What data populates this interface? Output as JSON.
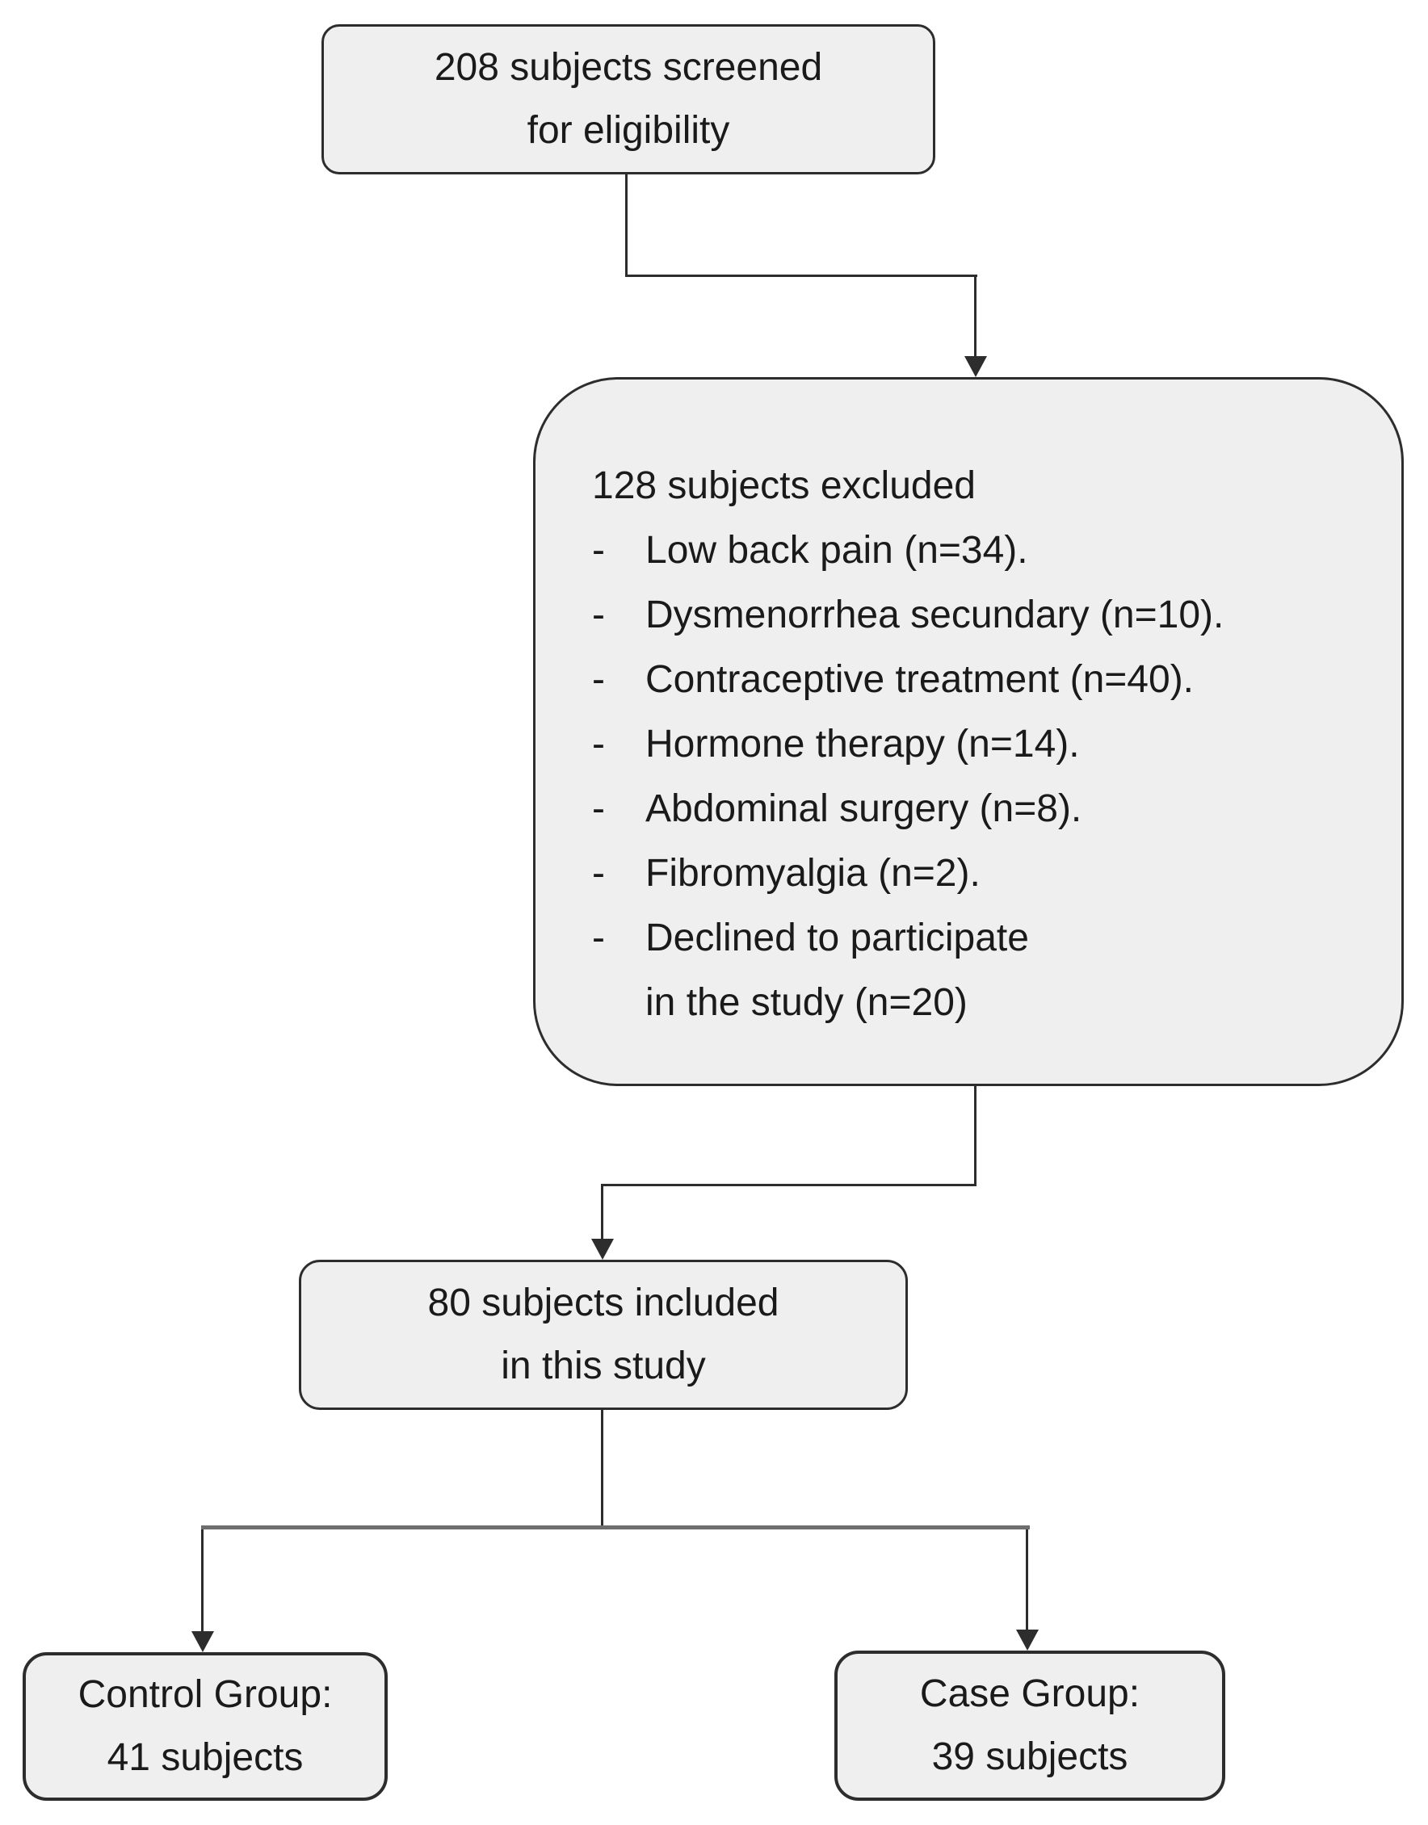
{
  "flow": {
    "screened": {
      "line1": "208 subjects screened",
      "line2": "for eligibility"
    },
    "excluded": {
      "title": "128 subjects excluded",
      "bullet_marker": "-",
      "bullets": [
        {
          "text": "Low back pain (n=34)."
        },
        {
          "text": "Dysmenorrhea secundary (n=10)."
        },
        {
          "text": "Contraceptive treatment (n=40)."
        },
        {
          "text": "Hormone therapy (n=14)."
        },
        {
          "text": "Abdominal surgery (n=8)."
        },
        {
          "text": "Fibromyalgia (n=2)."
        },
        {
          "text": "Declined to participate",
          "text2": "in the study (n=20)"
        }
      ]
    },
    "included": {
      "line1": "80 subjects included",
      "line2": "in this study"
    },
    "control_group": {
      "line1": "Control Group:",
      "line2": "41 subjects"
    },
    "case_group": {
      "line1": "Case Group:",
      "line2": "39 subjects"
    }
  },
  "colors": {
    "box_fill": "#efefef",
    "box_border": "#2d2d2d",
    "connector": "#2d2d2d",
    "branch_line": "#6e6e6e",
    "text": "#1a1a1a",
    "background": "#ffffff"
  }
}
